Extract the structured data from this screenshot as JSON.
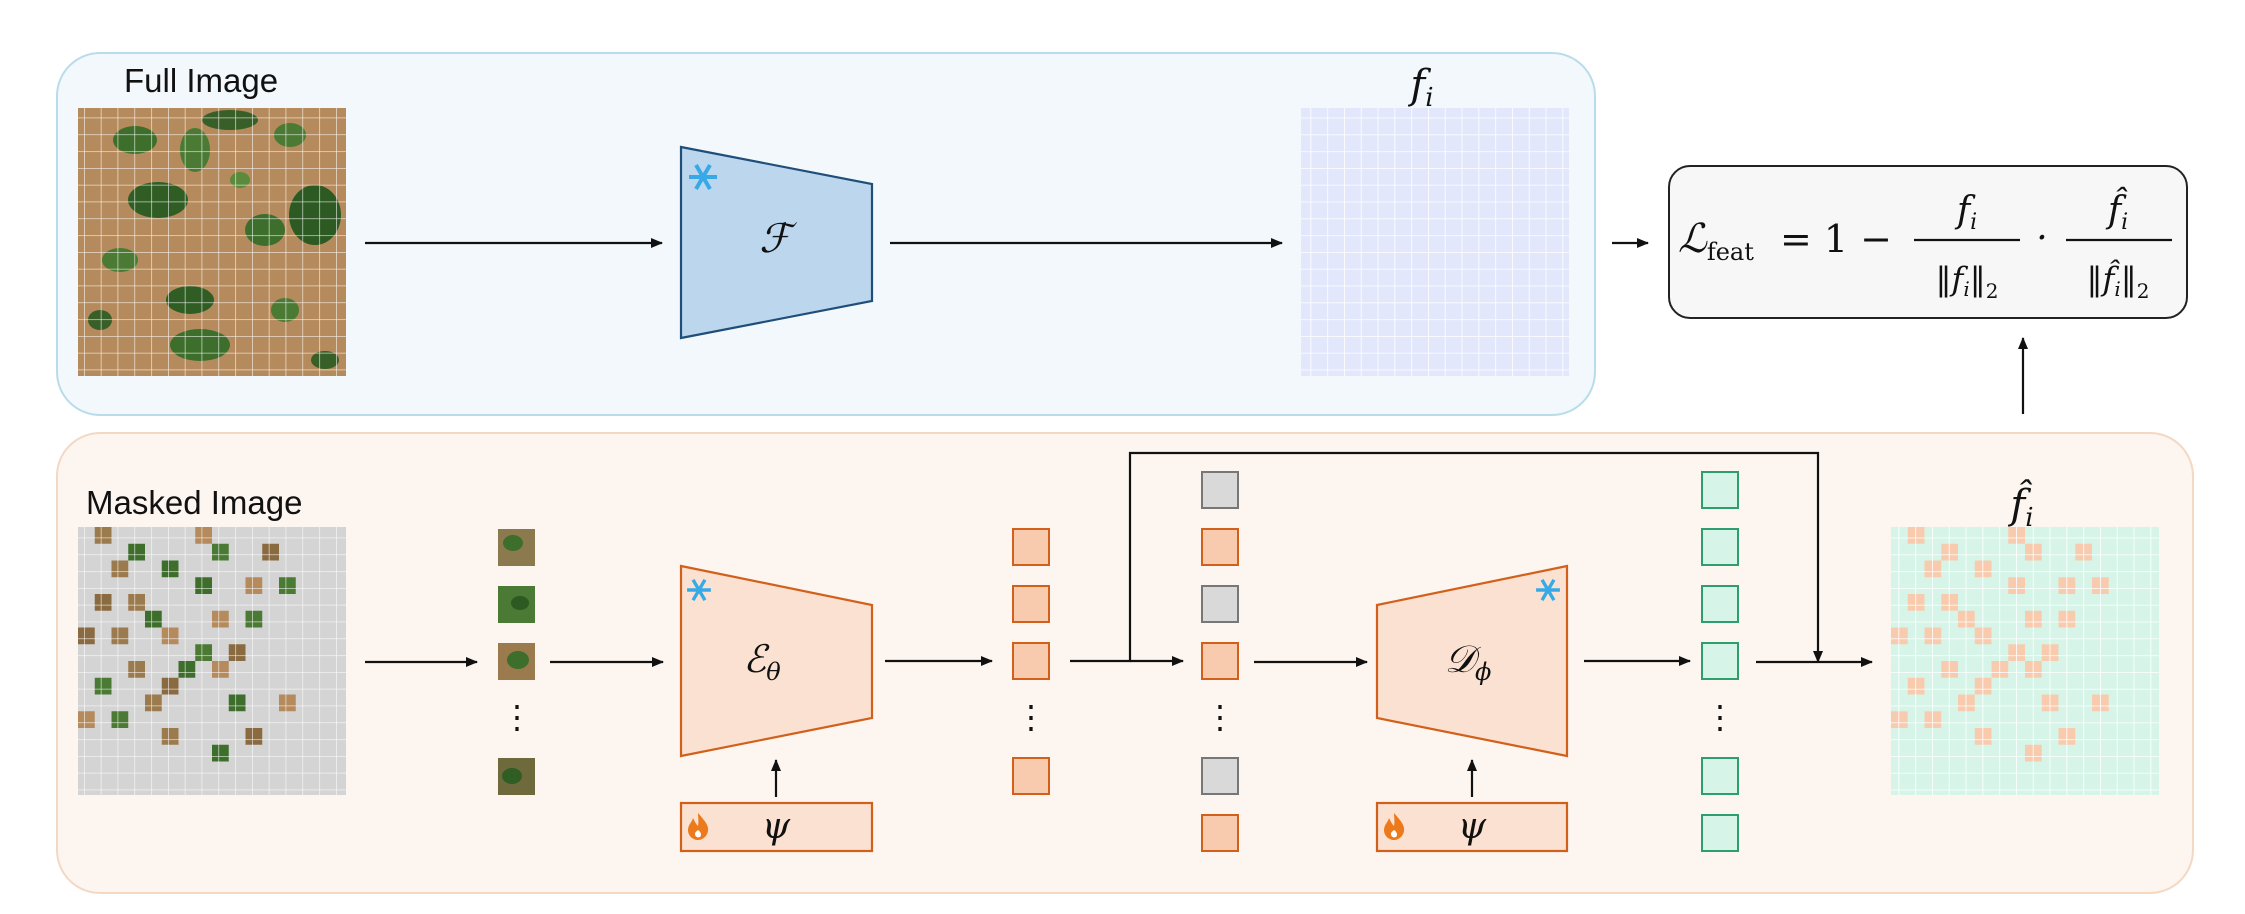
{
  "top": {
    "title": "Full Image"
  },
  "bottom": {
    "title": "Masked Image"
  },
  "labels": {
    "frozen_encoder": "ℱ",
    "f_i": "f",
    "f_i_sub": "i",
    "f_hat": "f̂",
    "f_hat_sub": "i",
    "encoder_main": "ℰ",
    "encoder_sub": "θ",
    "decoder_main": "𝒟",
    "decoder_sub": "ϕ",
    "psi": "ψ",
    "dots": "⋮"
  },
  "loss": {
    "lhs_main": "ℒ",
    "lhs_sub": "feat",
    "equals": "= 1 −",
    "num1": "f",
    "num1_sub": "i",
    "den1": "‖f",
    "den1_sub": "i",
    "den1_tail": "‖",
    "den1_norm": "2",
    "dot": "·",
    "num2": "f̂",
    "num2_sub": "i",
    "den2": "‖f̂",
    "den2_sub": "i",
    "den2_tail": "‖",
    "den2_norm": "2"
  },
  "icons": {
    "frozen": "snowflake-icon",
    "trainable": "flame-icon"
  },
  "colors": {
    "blue_fill": "#bcd6ee",
    "blue_stroke": "#1f4e79",
    "orange_fill": "#fbe1d1",
    "orange_stroke": "#d2601a",
    "token_orange": "#f8cbae",
    "token_gray": "#d9d9d9",
    "token_green": "#d6f5e8",
    "green_stroke": "#2e9e6e",
    "snow": "#37a9e6",
    "flame": "#ec7a1c"
  }
}
